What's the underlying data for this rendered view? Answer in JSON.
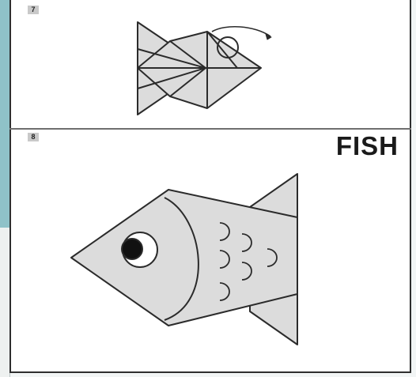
{
  "steps": [
    {
      "number": "7"
    },
    {
      "number": "8"
    }
  ],
  "title": "FISH",
  "colors": {
    "paper": "#ffffff",
    "fill": "#dcdcdc",
    "line": "#2b2b2b",
    "eye": "#111111"
  }
}
